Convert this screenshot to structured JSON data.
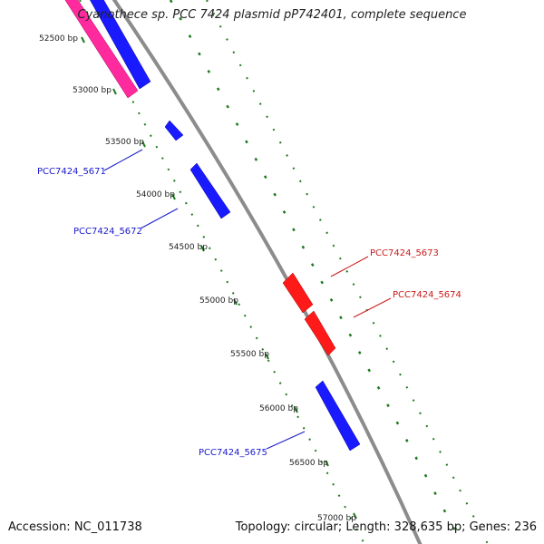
{
  "title": "Cyanothece sp. PCC 7424 plasmid pP742401, complete sequence",
  "footer": {
    "accession": "Accession: NC_011738",
    "summary": "Topology: circular; Length: 328,635 bp; Genes: 236"
  },
  "colors": {
    "backbone": "#8c8c8c",
    "tick": "#1f7a1f",
    "forward_gene": "#1a1aff",
    "reverse_gene": "#ff1a1a",
    "special_feature": "#ff2a9e",
    "forward_label": "#1a1acc",
    "reverse_label": "#cc1a1a"
  },
  "ruler": {
    "labels": [
      "52500 bp",
      "53000 bp",
      "53500 bp",
      "54000 bp",
      "54500 bp",
      "55000 bp",
      "55500 bp",
      "56000 bp",
      "56500 bp",
      "57000 bp"
    ]
  },
  "genes": [
    {
      "id": "PCC7424_5671",
      "label": "PCC7424_5671",
      "strand": "forward"
    },
    {
      "id": "PCC7424_5672",
      "label": "PCC7424_5672",
      "strand": "forward"
    },
    {
      "id": "PCC7424_5673",
      "label": "PCC7424_5673",
      "strand": "reverse"
    },
    {
      "id": "PCC7424_5674",
      "label": "PCC7424_5674",
      "strand": "reverse"
    },
    {
      "id": "PCC7424_5675",
      "label": "PCC7424_5675",
      "strand": "forward"
    }
  ]
}
